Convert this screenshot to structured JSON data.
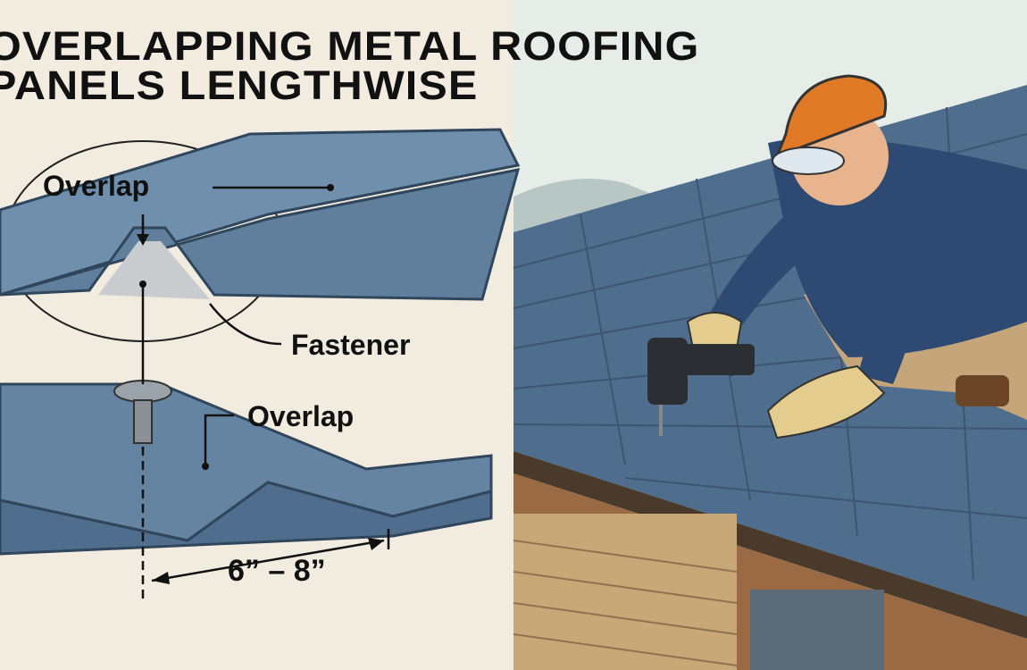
{
  "title": {
    "line1": "OVERLAPPING METAL ROOFING",
    "line2": "PANELS LENGTHWISE"
  },
  "labels": {
    "overlap_top": "Overlap",
    "fastener": "Fastener",
    "overlap_bottom": "Overlap",
    "distance": "6” – 8”"
  },
  "colors": {
    "background": "#f2ebdf",
    "panel": "#5f7f9c",
    "panel_dark": "#3f5a74",
    "helmet": "#e07a26",
    "shirt": "#2f4a72",
    "brick": "#c9a877"
  }
}
